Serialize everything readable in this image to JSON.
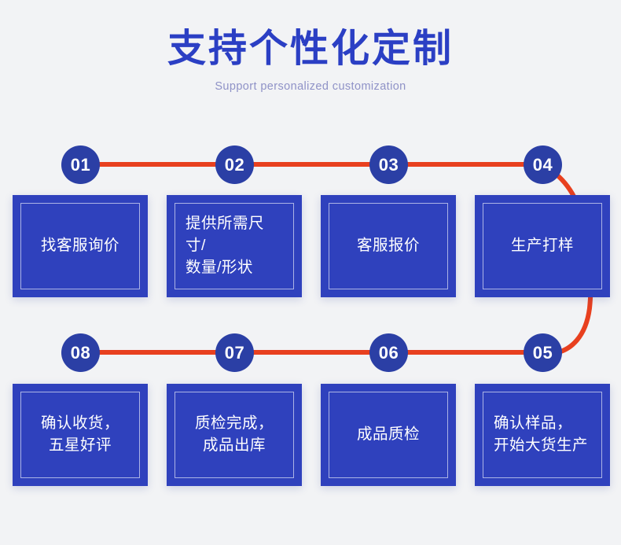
{
  "header": {
    "title": "支持个性化定制",
    "subtitle": "Support personalized customization"
  },
  "colors": {
    "background": "#f2f3f5",
    "title_blue": "#2b3fc4",
    "subtitle_blue": "#8f92c7",
    "box_blue": "#2f41bd",
    "circle_blue": "#2b3fa5",
    "connector_red": "#e8401f",
    "box_border_white": "#ffffff"
  },
  "flow": {
    "rows": [
      {
        "name": "row-top",
        "direction": "left-to-right",
        "steps": [
          {
            "number": "01",
            "label": "找客服询价",
            "lines": [
              "找客服询价"
            ],
            "align": "center"
          },
          {
            "number": "02",
            "label": "提供所需尺寸/数量/形状",
            "lines": [
              "提供所需尺寸/",
              "数量/形状"
            ],
            "align": "left"
          },
          {
            "number": "03",
            "label": "客服报价",
            "lines": [
              "客服报价"
            ],
            "align": "center"
          },
          {
            "number": "04",
            "label": "生产打样",
            "lines": [
              "生产打样"
            ],
            "align": "center"
          }
        ]
      },
      {
        "name": "row-bottom",
        "direction": "right-to-left",
        "steps": [
          {
            "number": "08",
            "label": "确认收货，五星好评",
            "lines": [
              "确认收货，",
              "五星好评"
            ],
            "align": "center"
          },
          {
            "number": "07",
            "label": "质检完成，成品出库",
            "lines": [
              "质检完成，",
              "成品出库"
            ],
            "align": "center"
          },
          {
            "number": "06",
            "label": "成品质检",
            "lines": [
              "成品质检"
            ],
            "align": "center"
          },
          {
            "number": "05",
            "label": "确认样品，开始大货生产",
            "lines": [
              "确认样品，",
              "开始大货生产"
            ],
            "align": "left"
          }
        ]
      }
    ]
  }
}
